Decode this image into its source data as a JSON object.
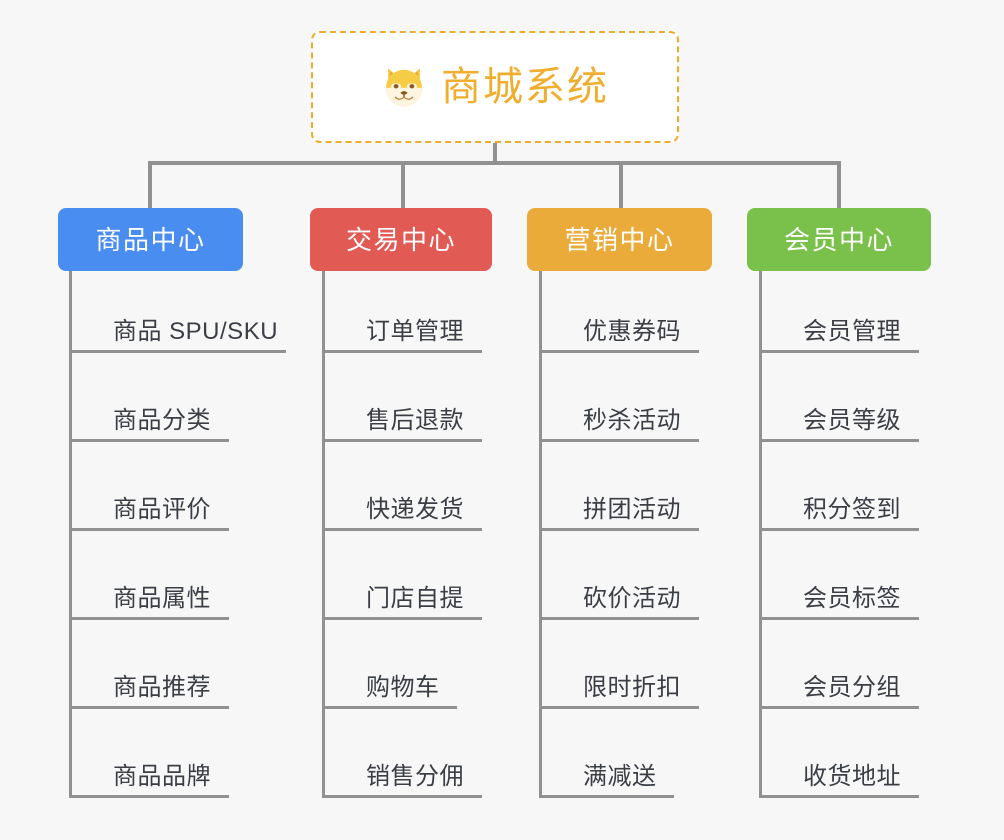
{
  "diagram": {
    "type": "mind-map",
    "background_color": "#f7f7f7",
    "line_color": "#919191",
    "root": {
      "title": "商城系统",
      "icon": "shiba-dog-face-icon",
      "text_color": "#f0ae2f",
      "border_color": "#eeab2d",
      "background_color": "#ffffff",
      "border_style": "dashed"
    },
    "branches": [
      {
        "label": "商品中心",
        "color": "#4a8df0",
        "text_color": "#ffffff",
        "items": [
          "商品 SPU/SKU",
          "商品分类",
          "商品评价",
          "商品属性",
          "商品推荐",
          "商品品牌"
        ]
      },
      {
        "label": "交易中心",
        "color": "#e15a54",
        "text_color": "#ffffff",
        "items": [
          "订单管理",
          "售后退款",
          "快递发货",
          "门店自提",
          "购物车",
          "销售分佣"
        ]
      },
      {
        "label": "营销中心",
        "color": "#eaab3a",
        "text_color": "#ffffff",
        "items": [
          "优惠券码",
          "秒杀活动",
          "拼团活动",
          "砍价活动",
          "限时折扣",
          "满减送"
        ]
      },
      {
        "label": "会员中心",
        "color": "#79c14a",
        "text_color": "#ffffff",
        "items": [
          "会员管理",
          "会员等级",
          "积分签到",
          "会员标签",
          "会员分组",
          "收货地址"
        ]
      }
    ]
  }
}
